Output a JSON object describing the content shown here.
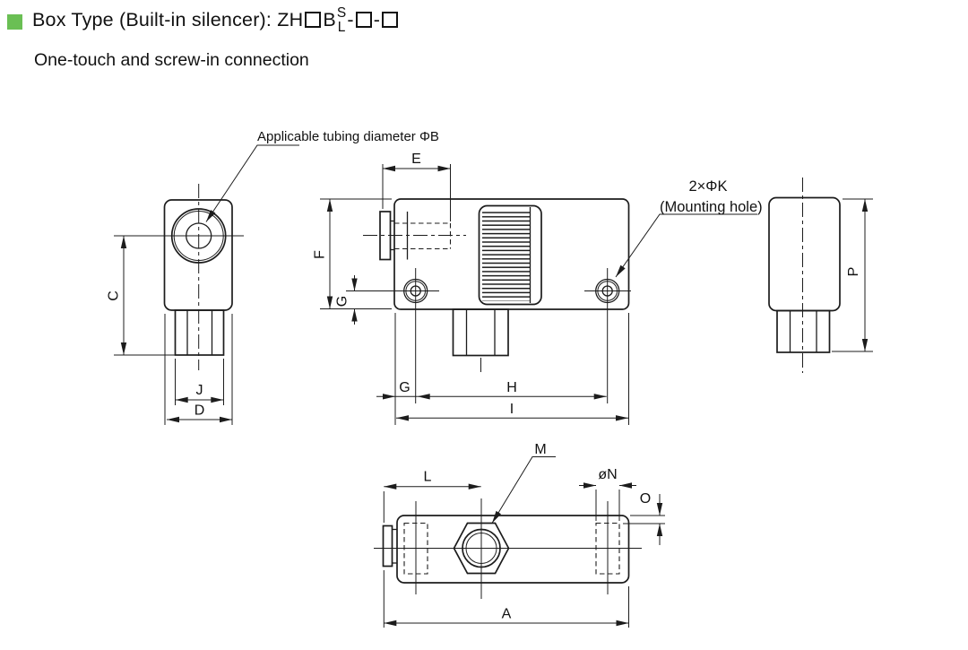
{
  "header": {
    "bullet_color": "#6abf54",
    "title_prefix": "Box Type (Built-in silencer): ZH",
    "title_mid": "B",
    "code_top": "S",
    "code_bottom": "L",
    "dash1": "-",
    "dash2": "-",
    "subtitle": "One-touch and screw-in connection"
  },
  "annotations": {
    "tubing_note": "Applicable tubing diameter ΦB",
    "mounting_count": "2×ΦK",
    "mounting_note": "(Mounting hole)"
  },
  "dimensions": {
    "A": "A",
    "C": "C",
    "D": "D",
    "E": "E",
    "F": "F",
    "G": "G",
    "H": "H",
    "I": "I",
    "J": "J",
    "L": "L",
    "M": "M",
    "N": "øN",
    "O": "O",
    "P": "P"
  }
}
